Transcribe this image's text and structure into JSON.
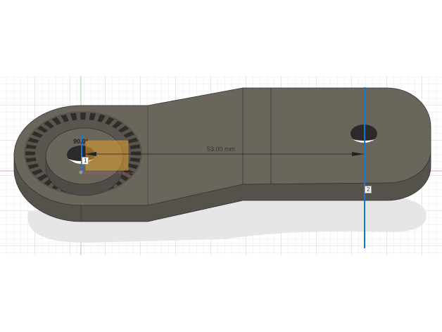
{
  "viewport": {
    "dimension_label": "53.00 mm",
    "angle_label": "90.0°",
    "point_tags": [
      "1",
      "2"
    ]
  },
  "colors": {
    "body_top": "#6b665c",
    "body_side": "#55524c",
    "axis_blue": "#1a73d9",
    "handle_orange": "#e0a030",
    "grid": "#d8d8d8"
  }
}
